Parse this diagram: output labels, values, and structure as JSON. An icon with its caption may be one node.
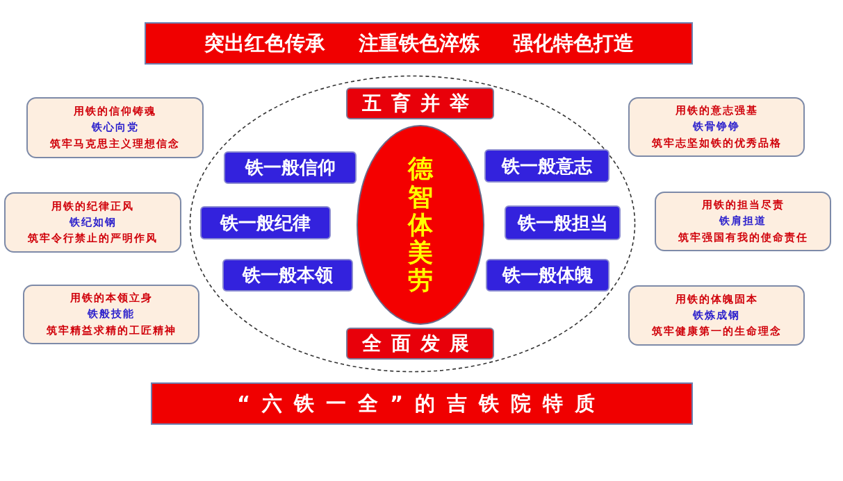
{
  "diagram": {
    "nodes": [
      {
        "text": [
          "突出红色传承",
          "注重铁色淬炼",
          "强化特色打造"
        ]
      },
      {
        "text": [],
        "shape": "ellipse"
      },
      {
        "text": [
          "五育并举"
        ],
        "in": 1
      },
      {
        "text": [
          "铁一般信仰"
        ],
        "in": 1
      },
      {
        "text": [
          "德智体美劳"
        ],
        "in": 1
      },
      {
        "text": [
          "铁一般意志"
        ],
        "in": 1
      },
      {
        "text": [
          "铁一般纪律"
        ],
        "in": 1
      },
      {
        "text": [
          "铁一般担当"
        ],
        "in": 1
      },
      {
        "text": [
          "铁一般本领"
        ],
        "in": 1
      },
      {
        "text": [
          "铁一般体魄"
        ],
        "in": 1
      },
      {
        "text": [
          "全面发展"
        ],
        "in": 1
      },
      {
        "text": [
          "用铁的信仰铸魂",
          "铁心向党",
          "筑牢马克思主义理想信念"
        ]
      },
      {
        "text": [
          "用铁的纪律正风",
          "铁纪如钢",
          "筑牢令行禁止的严明作风"
        ]
      },
      {
        "text": [
          "用铁的本领立身",
          "铁般技能",
          "筑牢精益求精的工匠精神"
        ]
      },
      {
        "text": [
          "用铁的意志强基",
          "铁骨铮铮",
          "筑牢志坚如铁的优秀品格"
        ]
      },
      {
        "text": [
          "用铁的担当尽责",
          "铁肩担道",
          "筑牢强国有我的使命责任"
        ]
      },
      {
        "text": [
          "用铁的体魄固本",
          "铁炼成钢",
          "筑牢健康第一的生命理念"
        ]
      },
      {
        "text": [
          "“六铁一全”的吉铁院特质"
        ]
      }
    ],
    "edges": []
  }
}
